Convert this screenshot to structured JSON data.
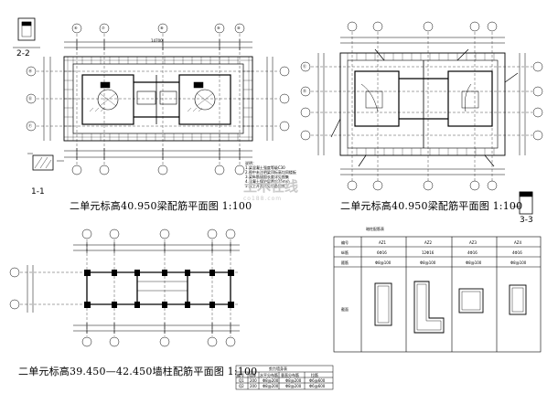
{
  "titles": {
    "plan_left_top": "二单元标高40.950梁配筋平面图 1:100",
    "plan_right_top": "二单元标高40.950梁配筋平面图 1:100",
    "plan_bottom": "二单元标高39.450—42.450墙柱配筋平面图 1:100"
  },
  "sections": {
    "s22": "2-2",
    "s11": "1-1",
    "s33": "3-3"
  },
  "grid_labels": [
    "⑥",
    "⑦",
    "⑧",
    "⑨",
    "⑩",
    "Ⓗ",
    "Ⓖ",
    "Ⓕ",
    "Ⓔ",
    "Ⓓ"
  ],
  "notes_title": "说明：",
  "notes": [
    "1.梁混凝土强度等级C30",
    "2.图中未注明梁顶标高均同楼板",
    "3.梁纵筋锚固长度详见图集",
    "4.混凝土保护层厚度25mm",
    "5.梁上开洞详见设备图纸"
  ],
  "table_title": "暗柱配筋表",
  "table_headers": [
    "编号",
    "AZ1",
    "AZ2",
    "AZ3",
    "AZ4"
  ],
  "table_rows": [
    [
      "纵筋",
      "6Φ16",
      "12Φ16",
      "4Φ16",
      "4Φ16"
    ],
    [
      "箍筋",
      "Φ8@100",
      "Φ8@100",
      "Φ8@100",
      "Φ8@100"
    ],
    [
      "截面",
      "",
      "",
      "",
      ""
    ]
  ],
  "wall_table_title": "剪力墙身表",
  "wall_table_headers": [
    "编号",
    "墙厚",
    "水平分布筋",
    "垂直分布筋",
    "拉筋"
  ],
  "wall_table_rows": [
    [
      "Q1",
      "200",
      "Φ8@200",
      "Φ8@200",
      "Φ6@600"
    ],
    [
      "Q2",
      "200",
      "Φ8@200",
      "Φ8@200",
      "Φ6@600"
    ]
  ],
  "watermark": "土木在线",
  "watermark_sub": "co188.com",
  "dim_total": "14700",
  "colors": {
    "line": "#000000",
    "watermark": "#c9c9c9"
  }
}
